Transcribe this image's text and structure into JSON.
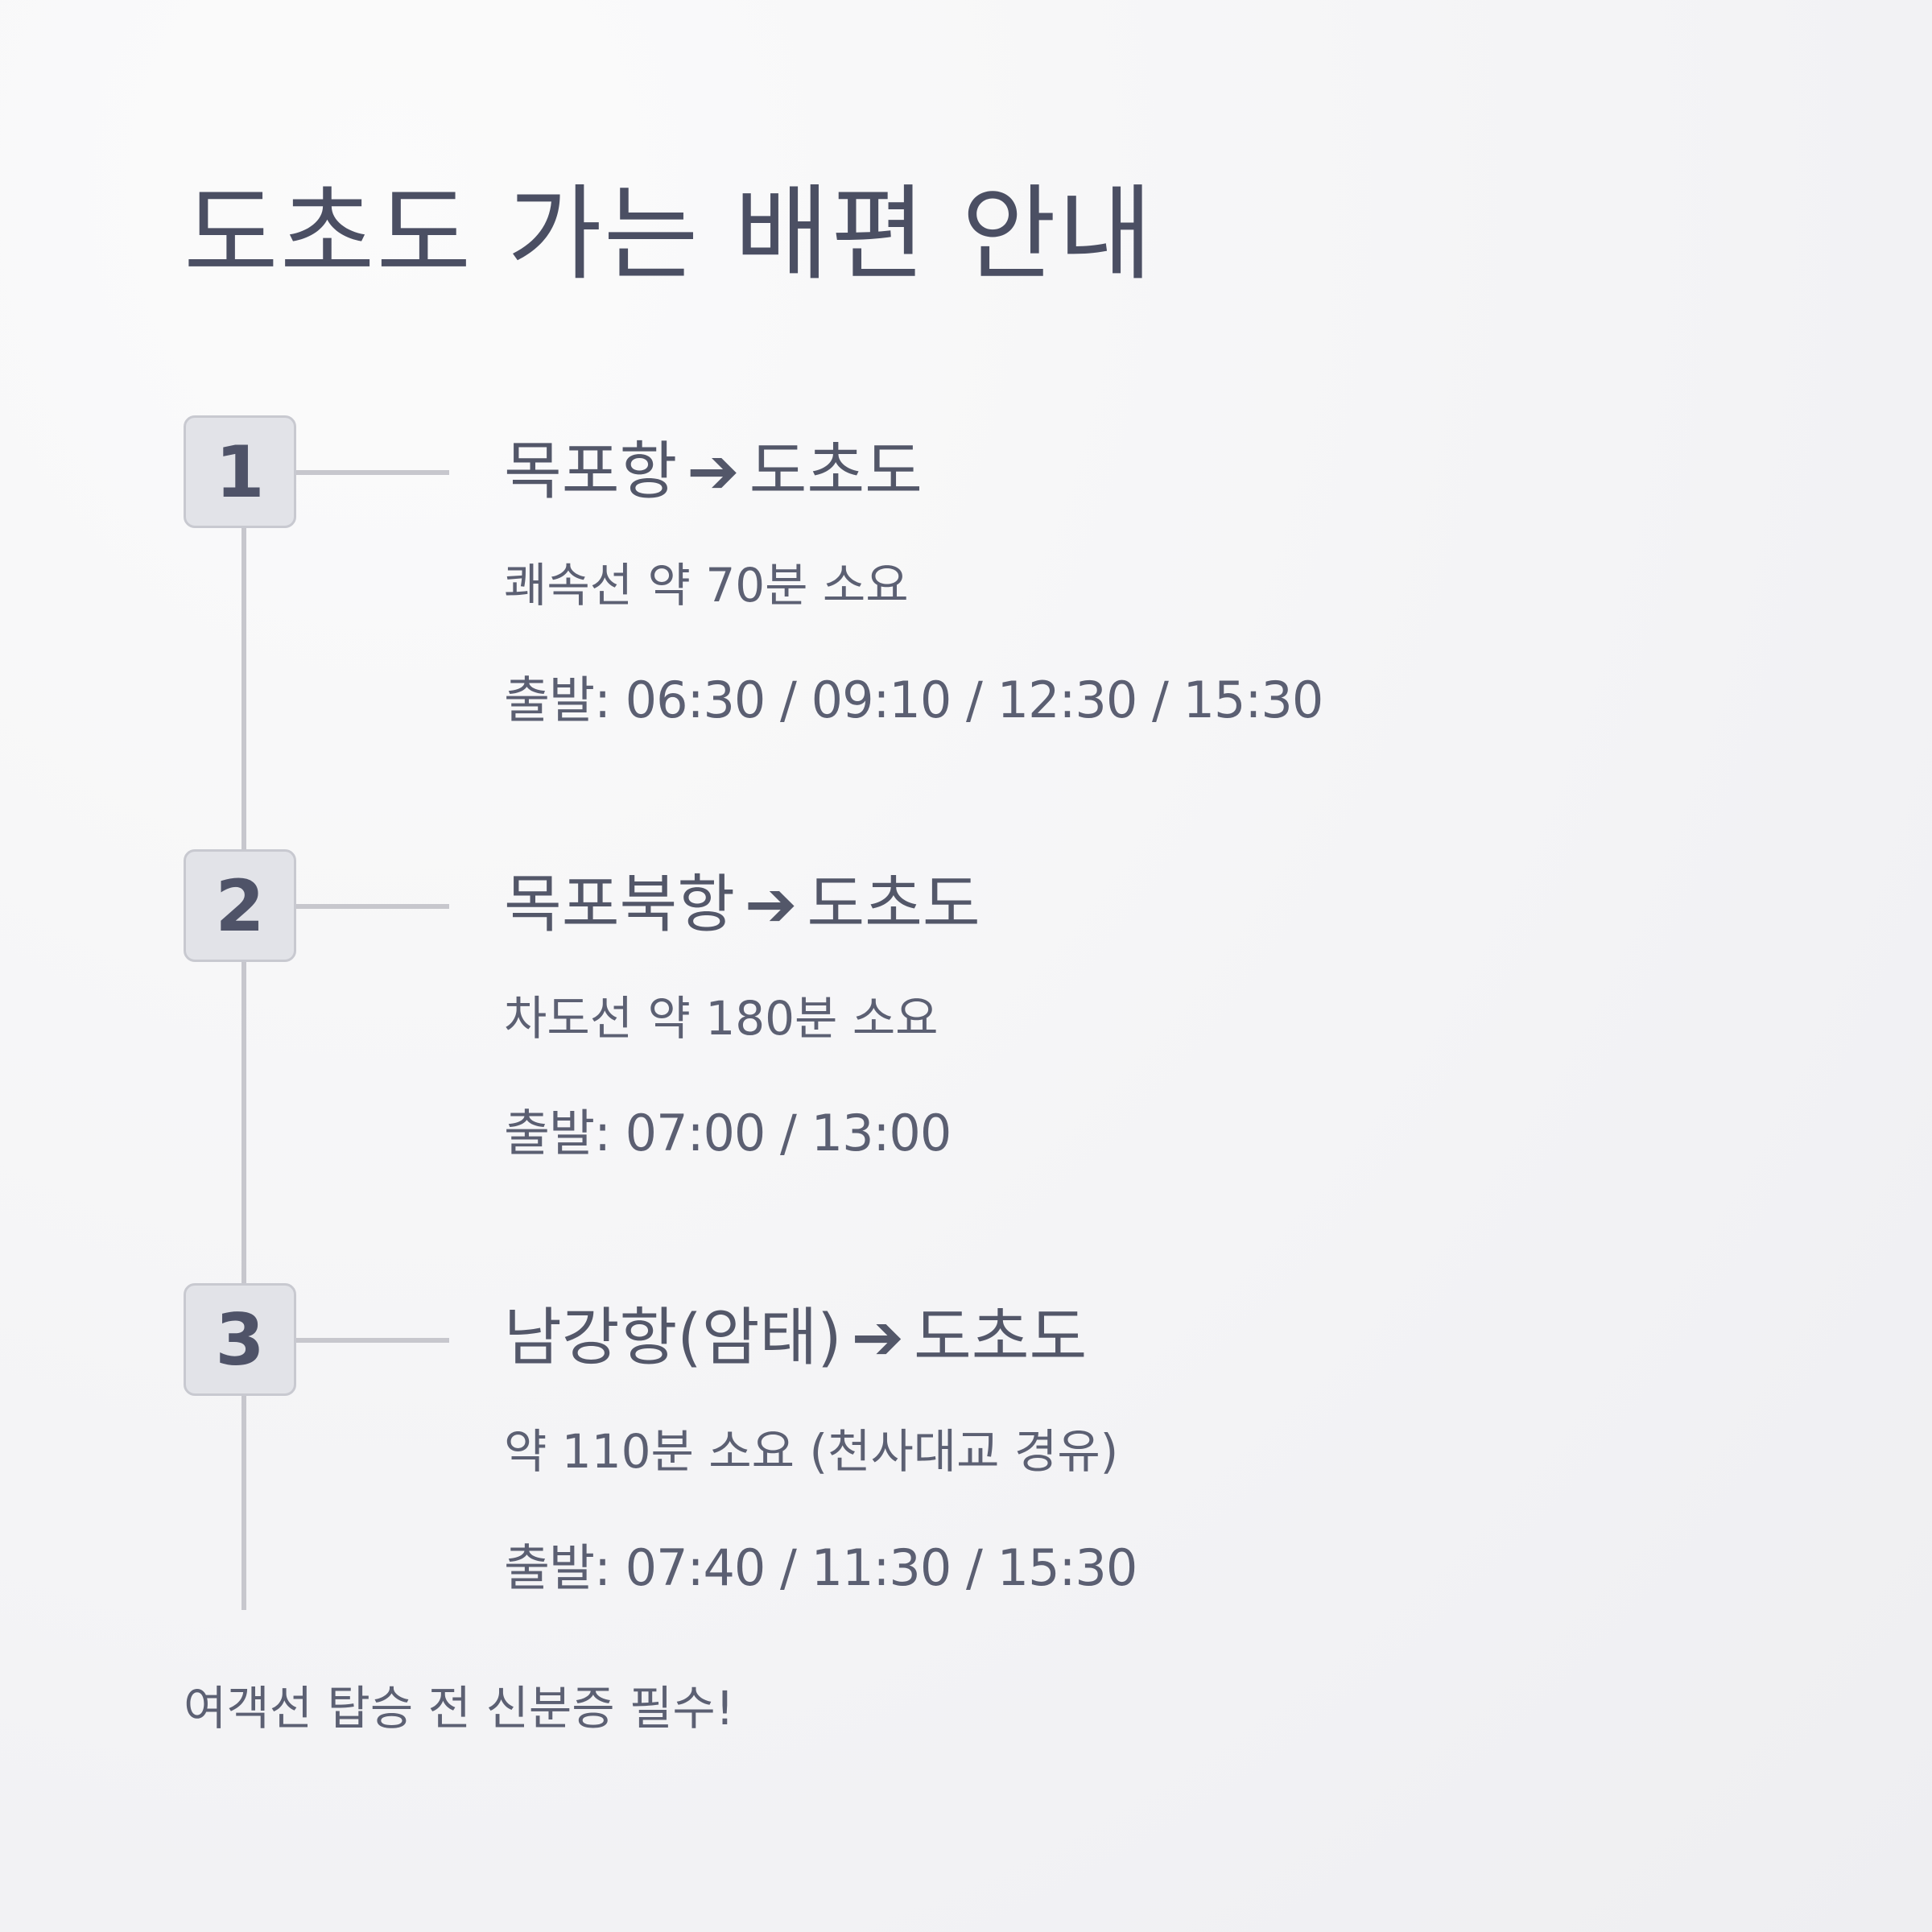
{
  "title": "도초도 가는 배편 안내",
  "arrow_glyph": "➔",
  "steps": [
    {
      "number": "1",
      "route_from": "목포항",
      "route_to": "도초도",
      "duration": "쾌속선 약 70분 소요",
      "departures": "출발: 06:30 / 09:10 / 12:30 / 15:30"
    },
    {
      "number": "2",
      "route_from": "목포북항",
      "route_to": "도초도",
      "duration": "차도선 약 180분 소요",
      "departures": "출발: 07:00 / 13:00"
    },
    {
      "number": "3",
      "route_from": "남강항(암태)",
      "route_to": "도초도",
      "duration": "약 110분 소요 (천사대교 경유)",
      "departures": "출발: 07:40 / 11:30 / 15:30"
    }
  ],
  "footer_note": "여객선 탑승 전 신분증 필수!",
  "colors": {
    "text": "#535769",
    "badge_bg": "#e2e3e8",
    "line": "#c7c7cd"
  }
}
